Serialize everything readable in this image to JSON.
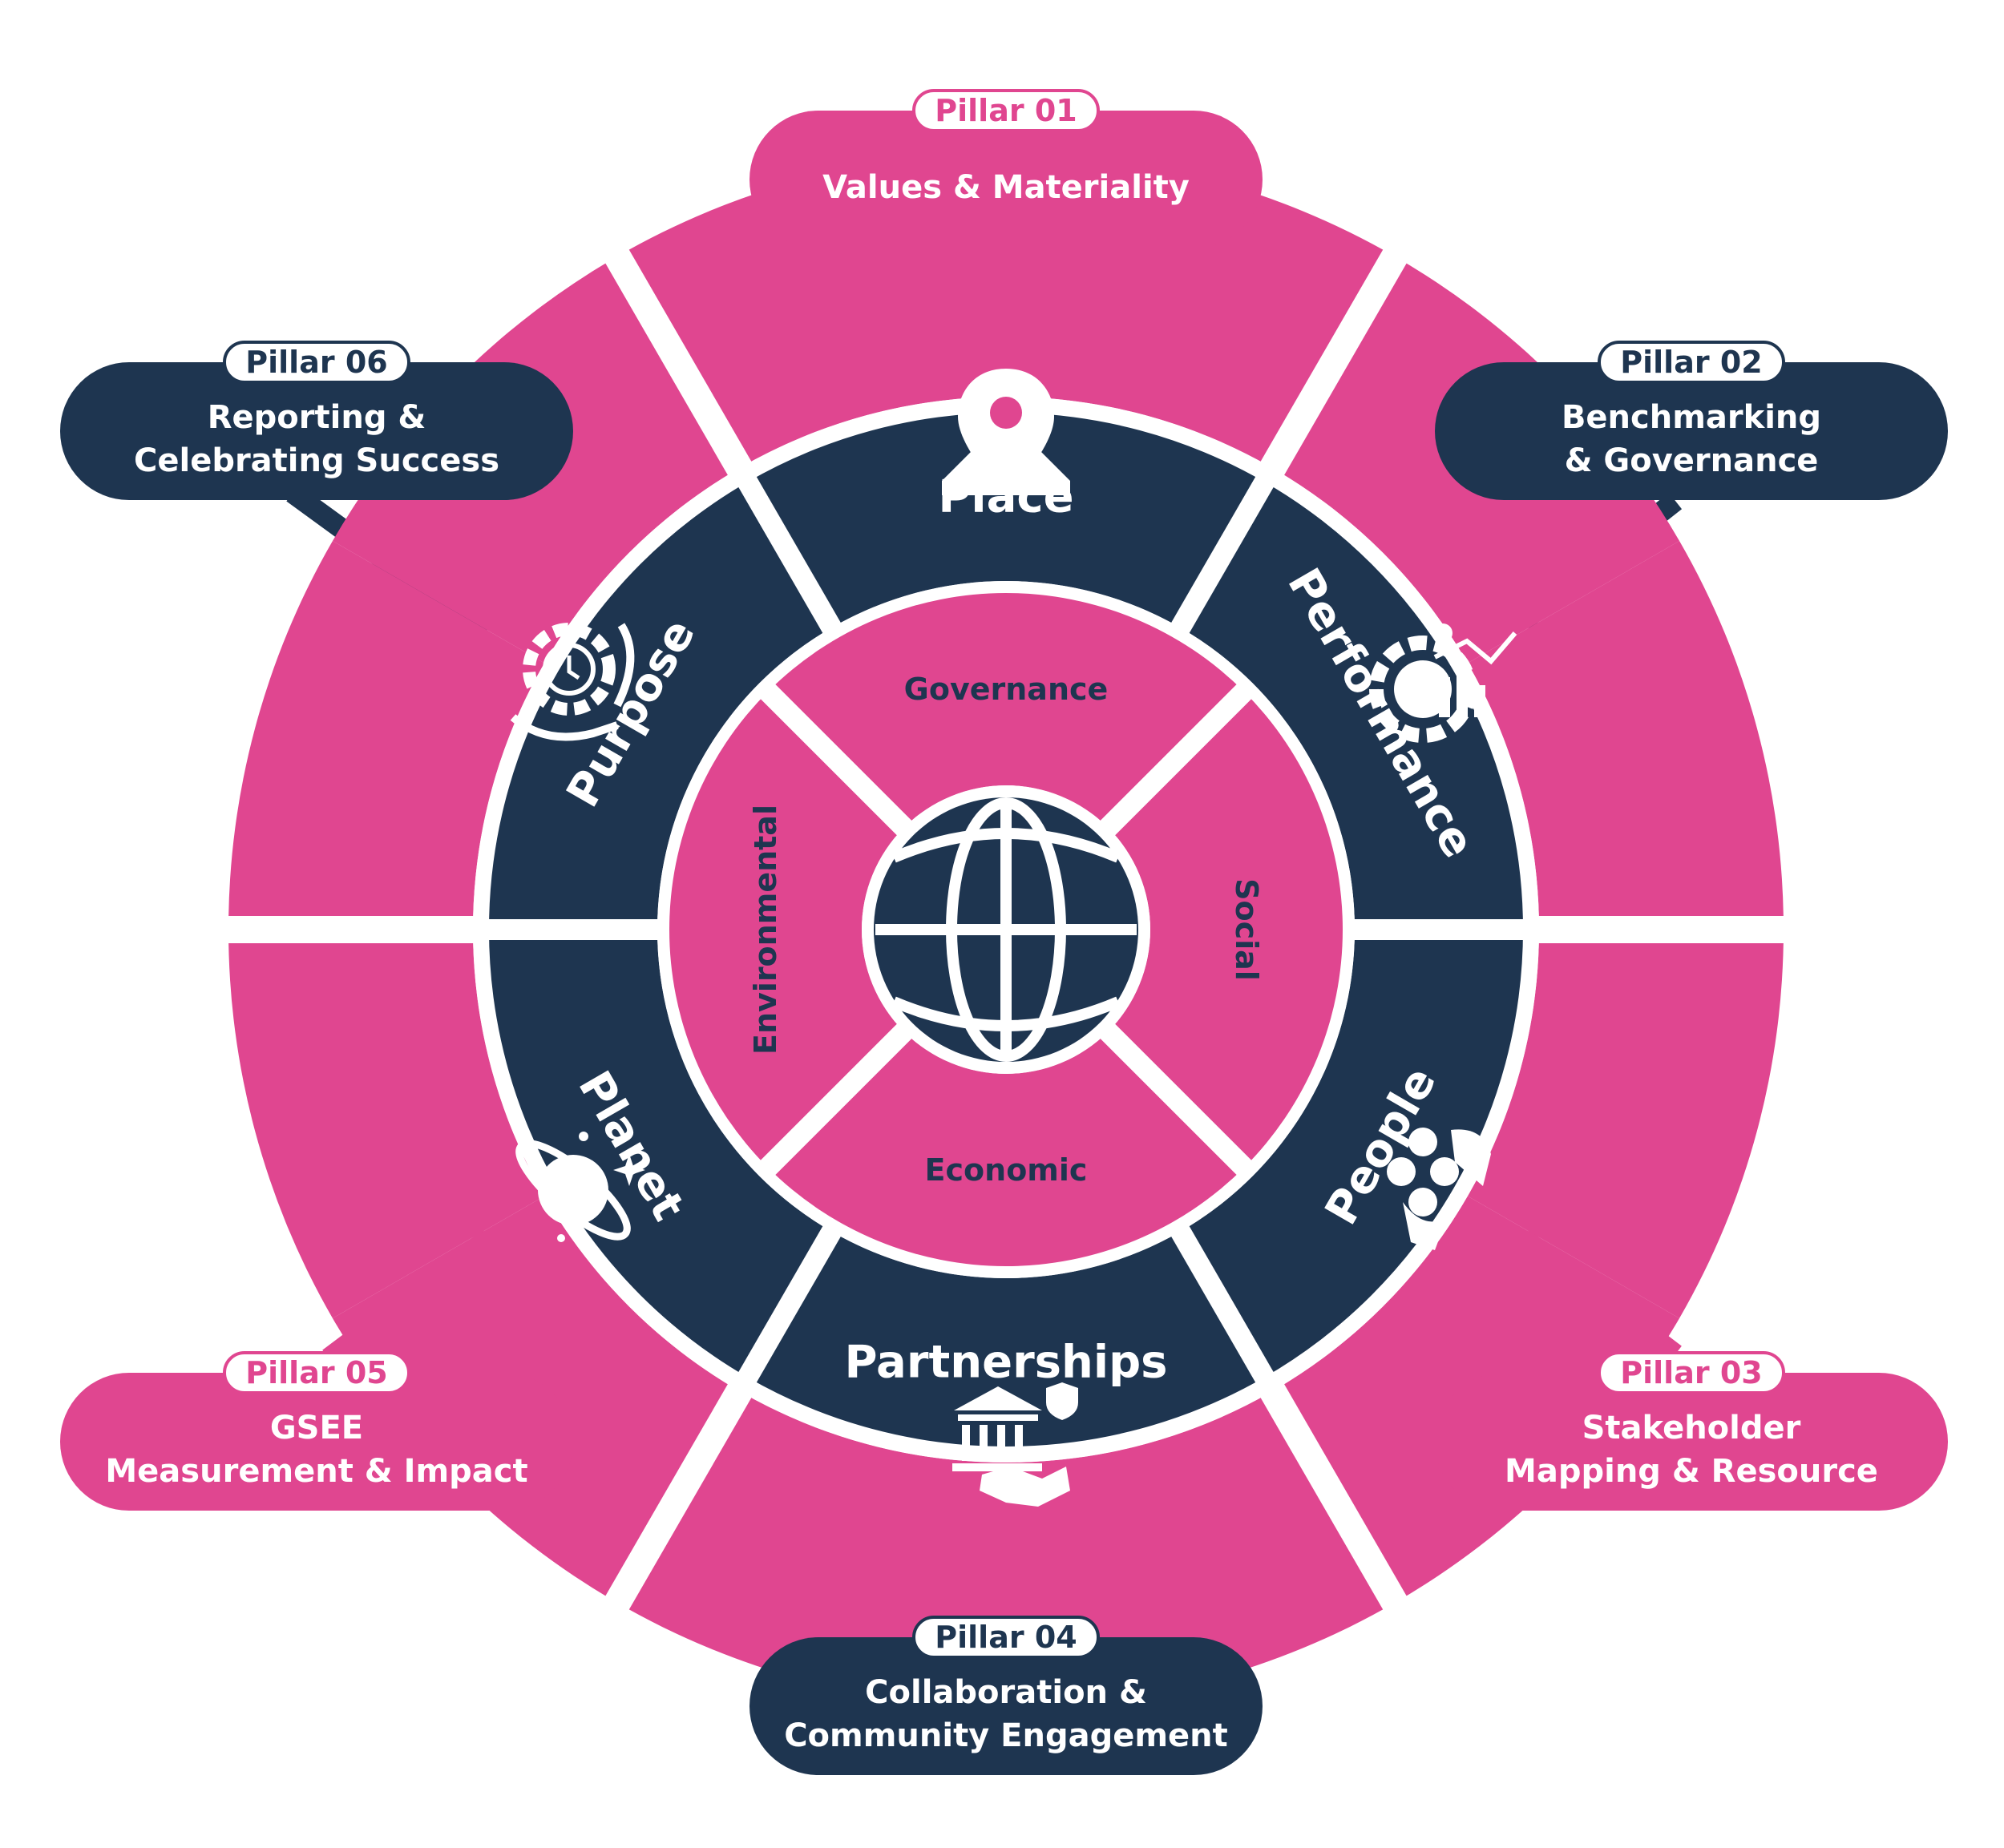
{
  "colors": {
    "pink": "#E04690",
    "navy": "#1E3550",
    "white": "#FFFFFF"
  },
  "center": {
    "icon": "globe-icon"
  },
  "inner_ring": [
    {
      "label": "Governance"
    },
    {
      "label": "Social"
    },
    {
      "label": "Economic"
    },
    {
      "label": "Environmental"
    }
  ],
  "middle_ring": [
    {
      "label": "Place"
    },
    {
      "label": "Performance"
    },
    {
      "label": "People"
    },
    {
      "label": "Partnerships"
    },
    {
      "label": "Planet"
    },
    {
      "label": "Purpose"
    }
  ],
  "outer_ring_icons": [
    "map-pin-icon",
    "gear-chart-icon",
    "people-group-icon",
    "bank-handshake-icon",
    "planet-icon",
    "hand-gear-clock-icon"
  ],
  "pillars": [
    {
      "tag": "Pillar 01",
      "lines": [
        "Values & Materiality"
      ],
      "color": "pink"
    },
    {
      "tag": "Pillar 02",
      "lines": [
        "Benchmarking",
        "& Governance"
      ],
      "color": "navy"
    },
    {
      "tag": "Pillar 03",
      "lines": [
        "Stakeholder",
        "Mapping & Resource"
      ],
      "color": "pink"
    },
    {
      "tag": "Pillar 04",
      "lines": [
        "Collaboration &",
        "Community Engagement"
      ],
      "color": "navy"
    },
    {
      "tag": "Pillar 05",
      "lines": [
        "GSEE",
        "Measurement & Impact"
      ],
      "color": "pink"
    },
    {
      "tag": "Pillar 06",
      "lines": [
        "Reporting &",
        "Celebrating Success"
      ],
      "color": "navy"
    }
  ]
}
